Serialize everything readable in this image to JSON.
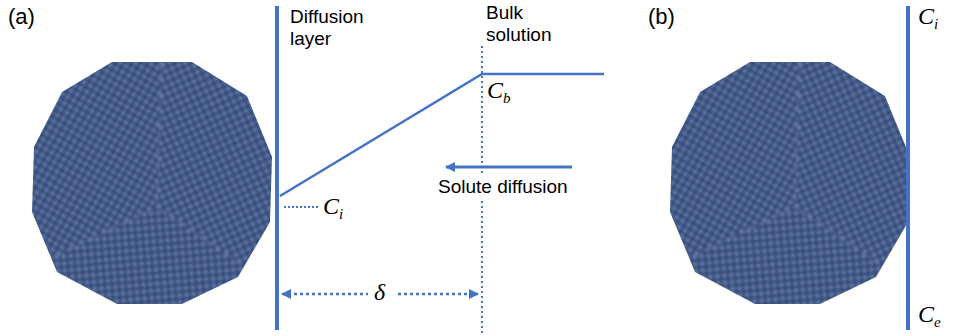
{
  "diagram": {
    "labels": [
      "(a)",
      "Diffusion layer",
      "Bulk solution",
      "Cb",
      "Solute diffusion",
      "Ci",
      "δ",
      "(b)",
      "Ci",
      "Ce"
    ]
  }
}
